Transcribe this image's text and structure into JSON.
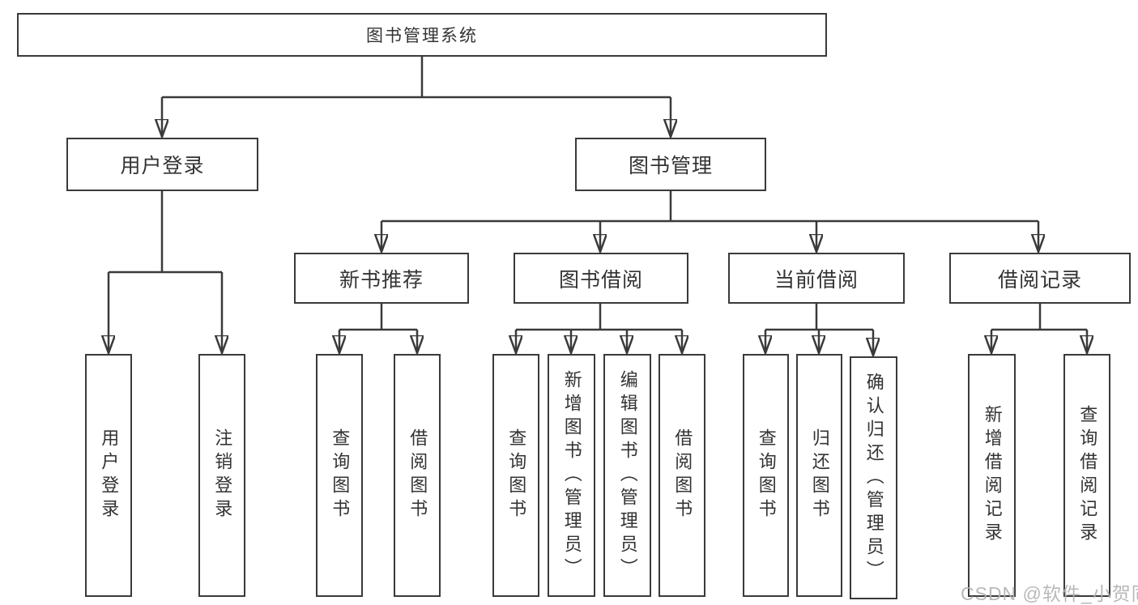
{
  "diagram_title": "图书管理系统",
  "tree": {
    "root": {
      "label": "图书管理系统"
    },
    "branches": [
      {
        "label": "用户登录",
        "children": [
          {
            "label": "用户登录"
          },
          {
            "label": "注销登录"
          }
        ]
      },
      {
        "label": "图书管理",
        "children": [
          {
            "label": "新书推荐",
            "children": [
              {
                "label": "查询图书"
              },
              {
                "label": "借阅图书"
              }
            ]
          },
          {
            "label": "图书借阅",
            "children": [
              {
                "label": "查询图书"
              },
              {
                "label": "新增图书（管理员）"
              },
              {
                "label": "编辑图书（管理员）"
              },
              {
                "label": "借阅图书"
              }
            ]
          },
          {
            "label": "当前借阅",
            "children": [
              {
                "label": "查询图书"
              },
              {
                "label": "归还图书"
              },
              {
                "label": "确认归还（管理员）"
              }
            ]
          },
          {
            "label": "借阅记录",
            "children": [
              {
                "label": "新增借阅记录"
              },
              {
                "label": "查询借阅记录"
              }
            ]
          }
        ]
      }
    ]
  },
  "watermark": {
    "text": "CSDN @软件_小贺同学"
  },
  "style": {
    "line_color": "#3a3a3a",
    "text_color": "#333333",
    "background_color": "#ffffff",
    "watermark_color": "#b3b3b3"
  }
}
